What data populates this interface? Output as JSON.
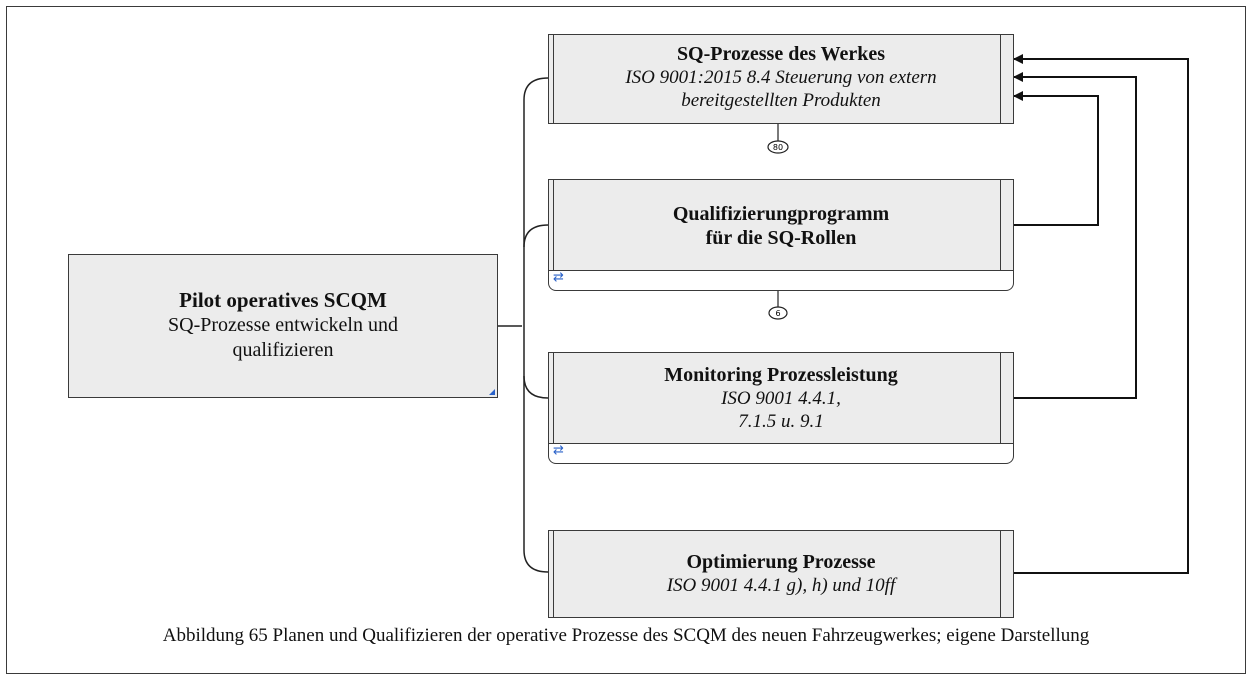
{
  "diagram": {
    "root": {
      "title": "Pilot operatives SCQM",
      "subtitle": "SQ-Prozesse entwickeln und qualifizieren"
    },
    "processes": [
      {
        "id": "sq-prozesse",
        "title": "SQ-Prozesse des Werkes",
        "subtitle": "ISO 9001:2015 8.4 Steuerung von extern bereitgestellten Produkten",
        "badge": "80"
      },
      {
        "id": "qualifizierung",
        "title": "Qualifizierungprogramm für die SQ-Rollen",
        "subtitle": "",
        "badge": "6"
      },
      {
        "id": "monitoring",
        "title": "Monitoring Prozessleistung",
        "subtitle": "ISO 9001 4.4.1, 7.1.5 u. 9.1"
      },
      {
        "id": "optimierung",
        "title": "Optimierung Prozesse",
        "subtitle": "ISO 9001 4.4.1 g), h) und 10ff"
      }
    ],
    "link_icon": "swap-arrows-icon",
    "colors": {
      "box_fill": "#ececec",
      "line": "#111111",
      "accent": "#2a62c9"
    }
  },
  "caption": "Abbildung 65 Planen und Qualifizieren der operative Prozesse des SCQM des neuen Fahrzeugwerkes; eigene Darstellung"
}
